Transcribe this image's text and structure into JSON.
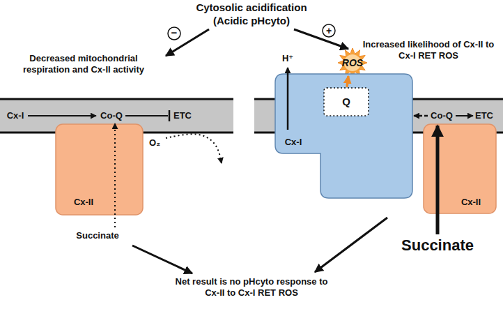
{
  "diagram": {
    "nodes": [
      {
        "text": [
          "Cx-II"
        ]
      },
      {
        "text": [
          "Cx-I"
        ]
      },
      {
        "text": [
          "Q"
        ],
        "in": 1
      },
      {
        "text": [
          "Cx-II"
        ]
      }
    ],
    "labels": [
      "Cytosolic acidification",
      "(Acidic pHcyto)",
      "−",
      "+",
      "Decreased mitochondrial respiration and Cx-II activity",
      "Increased likelihood of Cx-II to Cx-I RET ROS",
      "Cx-I",
      "Co-Q",
      "ETC",
      "Succinate",
      "O₂",
      "H⁺",
      "ROS",
      "Co-Q",
      "ETC",
      "Succinate",
      "Net result is no pHcyto response to Cx-II to Cx-I RET ROS"
    ]
  }
}
